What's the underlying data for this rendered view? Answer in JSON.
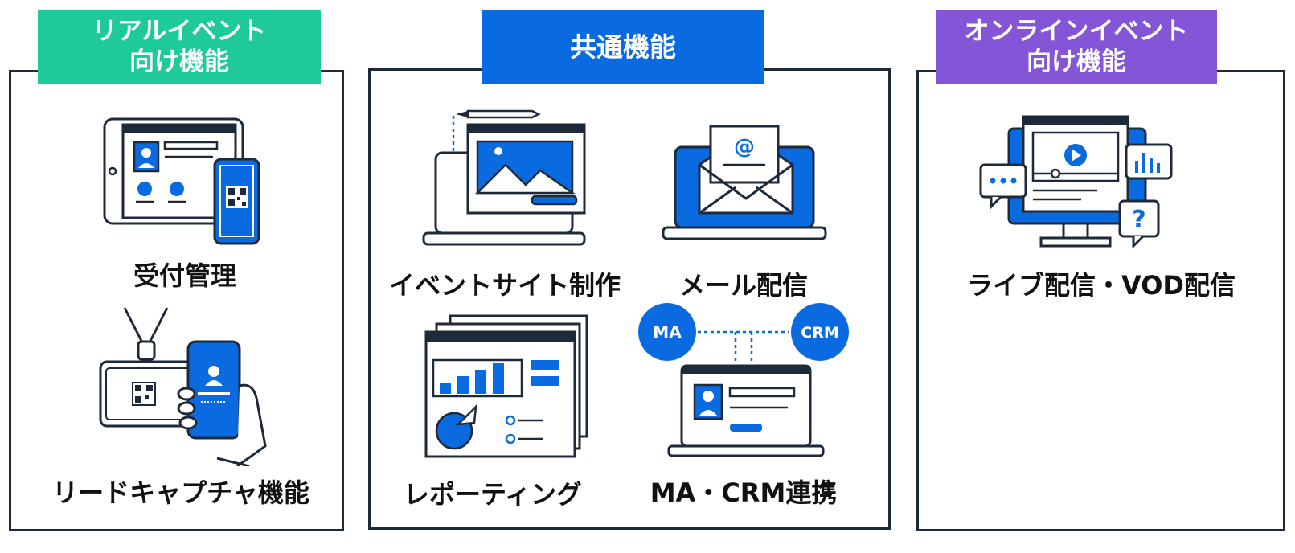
{
  "colors": {
    "real_header": "#1ec99a",
    "common_header": "#0a6ae0",
    "online_header": "#8455d6",
    "ink": "#1e2a3a",
    "blue": "#0a6ae0"
  },
  "panels": {
    "real": {
      "title_line1": "リアルイベント",
      "title_line2": "向け機能",
      "features": [
        {
          "label": "受付管理",
          "icon": "tablet-phone-qr-icon"
        },
        {
          "label": "リードキャプチャ機能",
          "icon": "badge-phone-scan-icon"
        }
      ]
    },
    "common": {
      "title": "共通機能",
      "features": [
        {
          "label": "イベントサイト制作",
          "icon": "website-builder-icon"
        },
        {
          "label": "メール配信",
          "icon": "email-laptop-icon"
        },
        {
          "label": "レポーティング",
          "icon": "report-chart-icon"
        },
        {
          "label": "MA・CRM連携",
          "icon": "ma-crm-laptop-icon"
        }
      ],
      "ma_badge": "MA",
      "crm_badge": "CRM",
      "email_symbol": "@"
    },
    "online": {
      "title_line1": "オンラインイベント",
      "title_line2": "向け機能",
      "features": [
        {
          "label": "ライブ配信・VOD配信",
          "icon": "live-stream-monitor-icon"
        }
      ],
      "question_symbol": "?"
    }
  }
}
